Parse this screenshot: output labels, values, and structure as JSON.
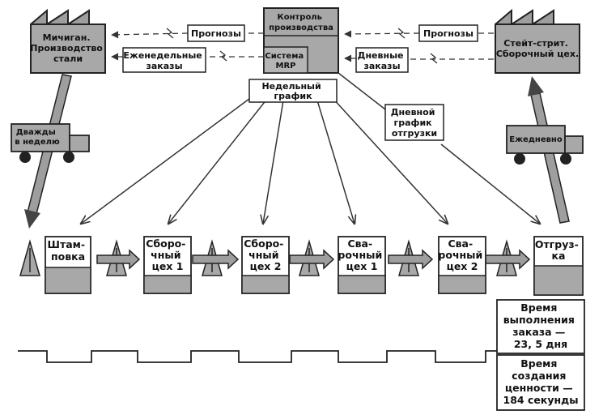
{
  "nodes": {
    "supplier": [
      "Мичиган.",
      "Производство",
      "стали"
    ],
    "control": [
      "Контроль",
      "производства"
    ],
    "mrp": [
      "Система",
      "MRP"
    ],
    "customer": [
      "Стейт-стрит.",
      "Сборочный цех."
    ]
  },
  "flows": {
    "forecast_left": "Прогнозы",
    "weekly_orders": [
      "Еженедельные",
      "заказы"
    ],
    "forecast_right": "Прогнозы",
    "daily_orders": [
      "Дневные",
      "заказы"
    ],
    "weekly_schedule": [
      "Недельный",
      "график"
    ],
    "daily_shipping": [
      "Дневной",
      "график",
      "отгрузки"
    ]
  },
  "trucks": {
    "inbound": [
      "Дважды",
      "в неделю"
    ],
    "outbound": "Ежедневно"
  },
  "processes": [
    [
      "Штам-",
      "повка"
    ],
    [
      "Сборо-",
      "чный",
      "цех 1"
    ],
    [
      "Сборо-",
      "чный",
      "цех 2"
    ],
    [
      "Сва-",
      "рочный",
      "цех 1"
    ],
    [
      "Сва-",
      "рочный",
      "цех 2"
    ],
    [
      "Отгруз-",
      "ка"
    ]
  ],
  "summary": {
    "lead_time": [
      "Время",
      "выполнения",
      "заказа —",
      "23, 5 дня"
    ],
    "value_time": [
      "Время",
      "создания",
      "ценности —",
      "184 секунды"
    ]
  }
}
